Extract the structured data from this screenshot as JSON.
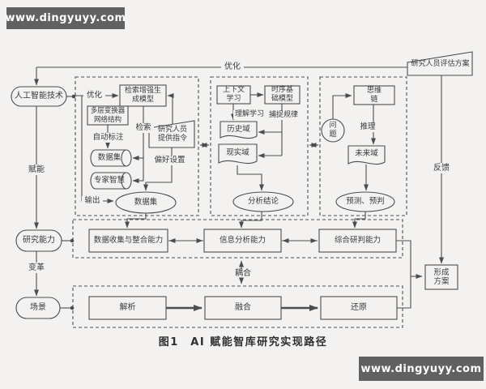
{
  "watermarks": {
    "top": "www.dingyuyy.com",
    "bottom": "www.dingyuyy.com"
  },
  "caption": "图1　AI 赋能智库研究实现路径",
  "left_flow": {
    "ai_tech": "人工智能技术",
    "empower": "赋能",
    "research_capability": "研究能力",
    "transform": "变革",
    "scene": "场景"
  },
  "top_flow": {
    "optimize": "优化",
    "evaluator": "研究人员评估方案",
    "feedback": "反馈",
    "form_plan_l1": "形成",
    "form_plan_l2": "方案"
  },
  "data_box": {
    "optimize": "优化",
    "rag_l1": "检索增强生",
    "rag_l2": "成模型",
    "transformer_l1": "多层变换器",
    "transformer_l2": "网络结构",
    "retrieve": "检索",
    "auto_label": "自动标注",
    "instruct_l1": "研究人员",
    "instruct_l2": "提供指令",
    "dataset_store": "数据集",
    "preference": "偏好设置",
    "expert_store": "专家智慧",
    "dataset_out": "数据集",
    "output": "输出"
  },
  "analysis_box": {
    "context_l1": "上下文",
    "context_l2": "学习",
    "ts_l1": "时序基",
    "ts_l2": "础模型",
    "understand": "理解学习",
    "capture": "捕捉规律",
    "history": "历史域",
    "reality": "现实域",
    "conclusion": "分析结论"
  },
  "judge_box": {
    "cot_l1": "思维",
    "cot_l2": "链",
    "question_l1": "问",
    "question_l2": "题",
    "reasoning": "推理",
    "future": "未来域",
    "prediction": "预测、预判"
  },
  "capability_band": [
    "数据收集与整合能力",
    "信息分析能力",
    "综合研判能力"
  ],
  "coupling": "耦合",
  "scene_band": [
    "解析",
    "融合",
    "还原"
  ],
  "colors": {
    "line": "#4d4d4d",
    "text": "#3a3a3a",
    "background": "#f3f2f0",
    "watermark_bg": "#616161",
    "watermark_text": "#ffffff"
  }
}
